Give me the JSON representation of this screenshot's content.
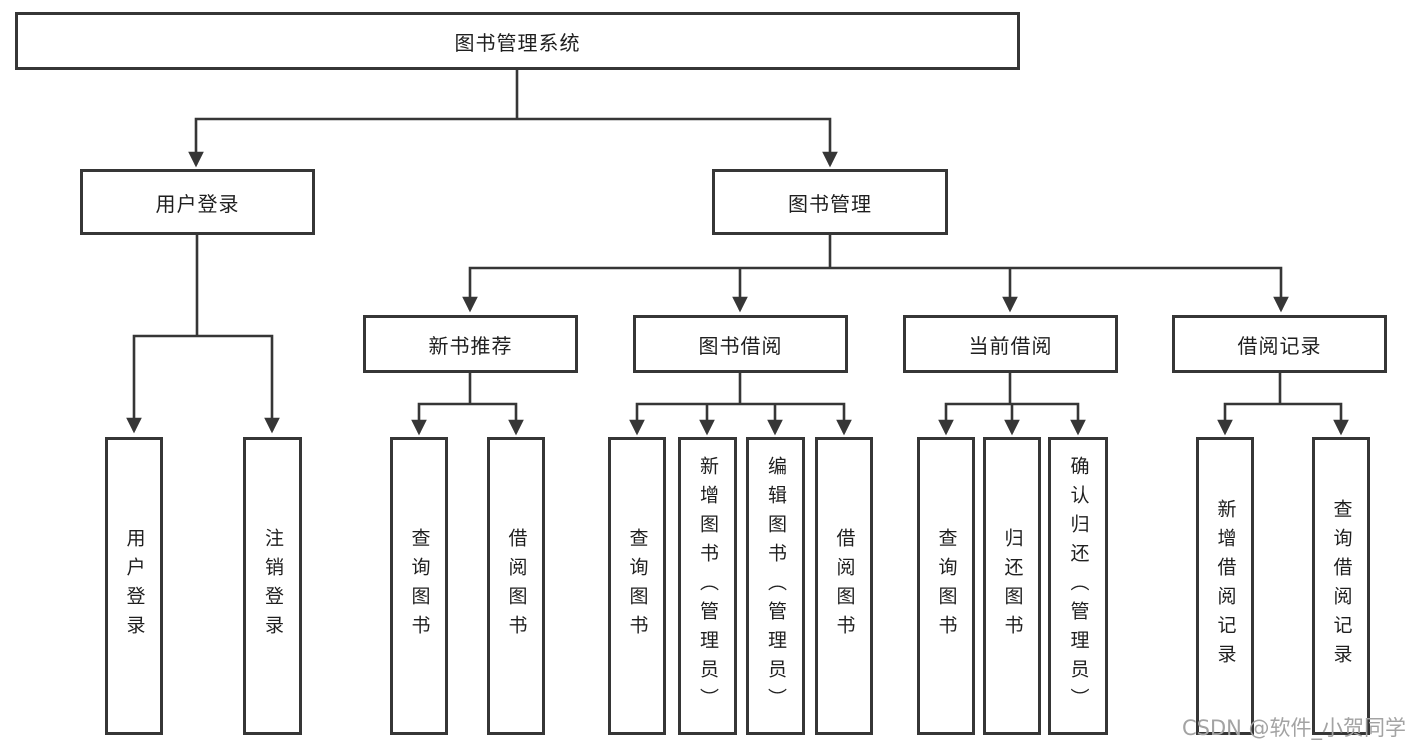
{
  "colors": {
    "line": "#363636",
    "box_background": "#ffffff",
    "text": "#1f1f1f",
    "watermark": "#a3a3a3"
  },
  "tree": {
    "root": "图书管理系统",
    "branches": [
      {
        "label": "用户登录",
        "children": [
          "用户登录",
          "注销登录"
        ]
      },
      {
        "label": "图书管理",
        "sections": [
          {
            "label": "新书推荐",
            "children": [
              "查询图书",
              "借阅图书"
            ]
          },
          {
            "label": "图书借阅",
            "children": [
              "查询图书",
              "新增图书（管理员）",
              "编辑图书（管理员）",
              "借阅图书"
            ]
          },
          {
            "label": "当前借阅",
            "children": [
              "查询图书",
              "归还图书",
              "确认归还（管理员）"
            ]
          },
          {
            "label": "借阅记录",
            "children": [
              "新增借阅记录",
              "查询借阅记录"
            ]
          }
        ]
      }
    ]
  },
  "watermark": "CSDN @软件_小贺同学"
}
